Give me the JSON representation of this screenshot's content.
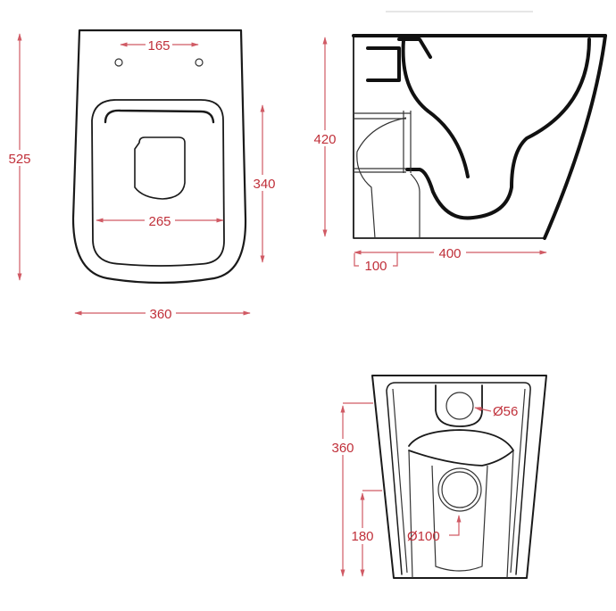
{
  "colors": {
    "dimension": "#c0303a",
    "dimension_line": "#d05a64",
    "outline": "#1a1a1a",
    "background": "#ffffff"
  },
  "top_view": {
    "label": "top-view",
    "dimensions": {
      "overall_length": "525",
      "bowl_length": "340",
      "hinge_spacing": "165",
      "bowl_width": "265",
      "overall_width": "360"
    }
  },
  "side_view": {
    "label": "side-view",
    "dimensions": {
      "height": "420",
      "depth": "400",
      "outlet_offset": "100"
    }
  },
  "rear_view": {
    "label": "rear-view",
    "dimensions": {
      "inlet_height": "360",
      "outlet_height": "180",
      "inlet_diameter": "Ø56",
      "outlet_diameter": "Ø100"
    }
  }
}
